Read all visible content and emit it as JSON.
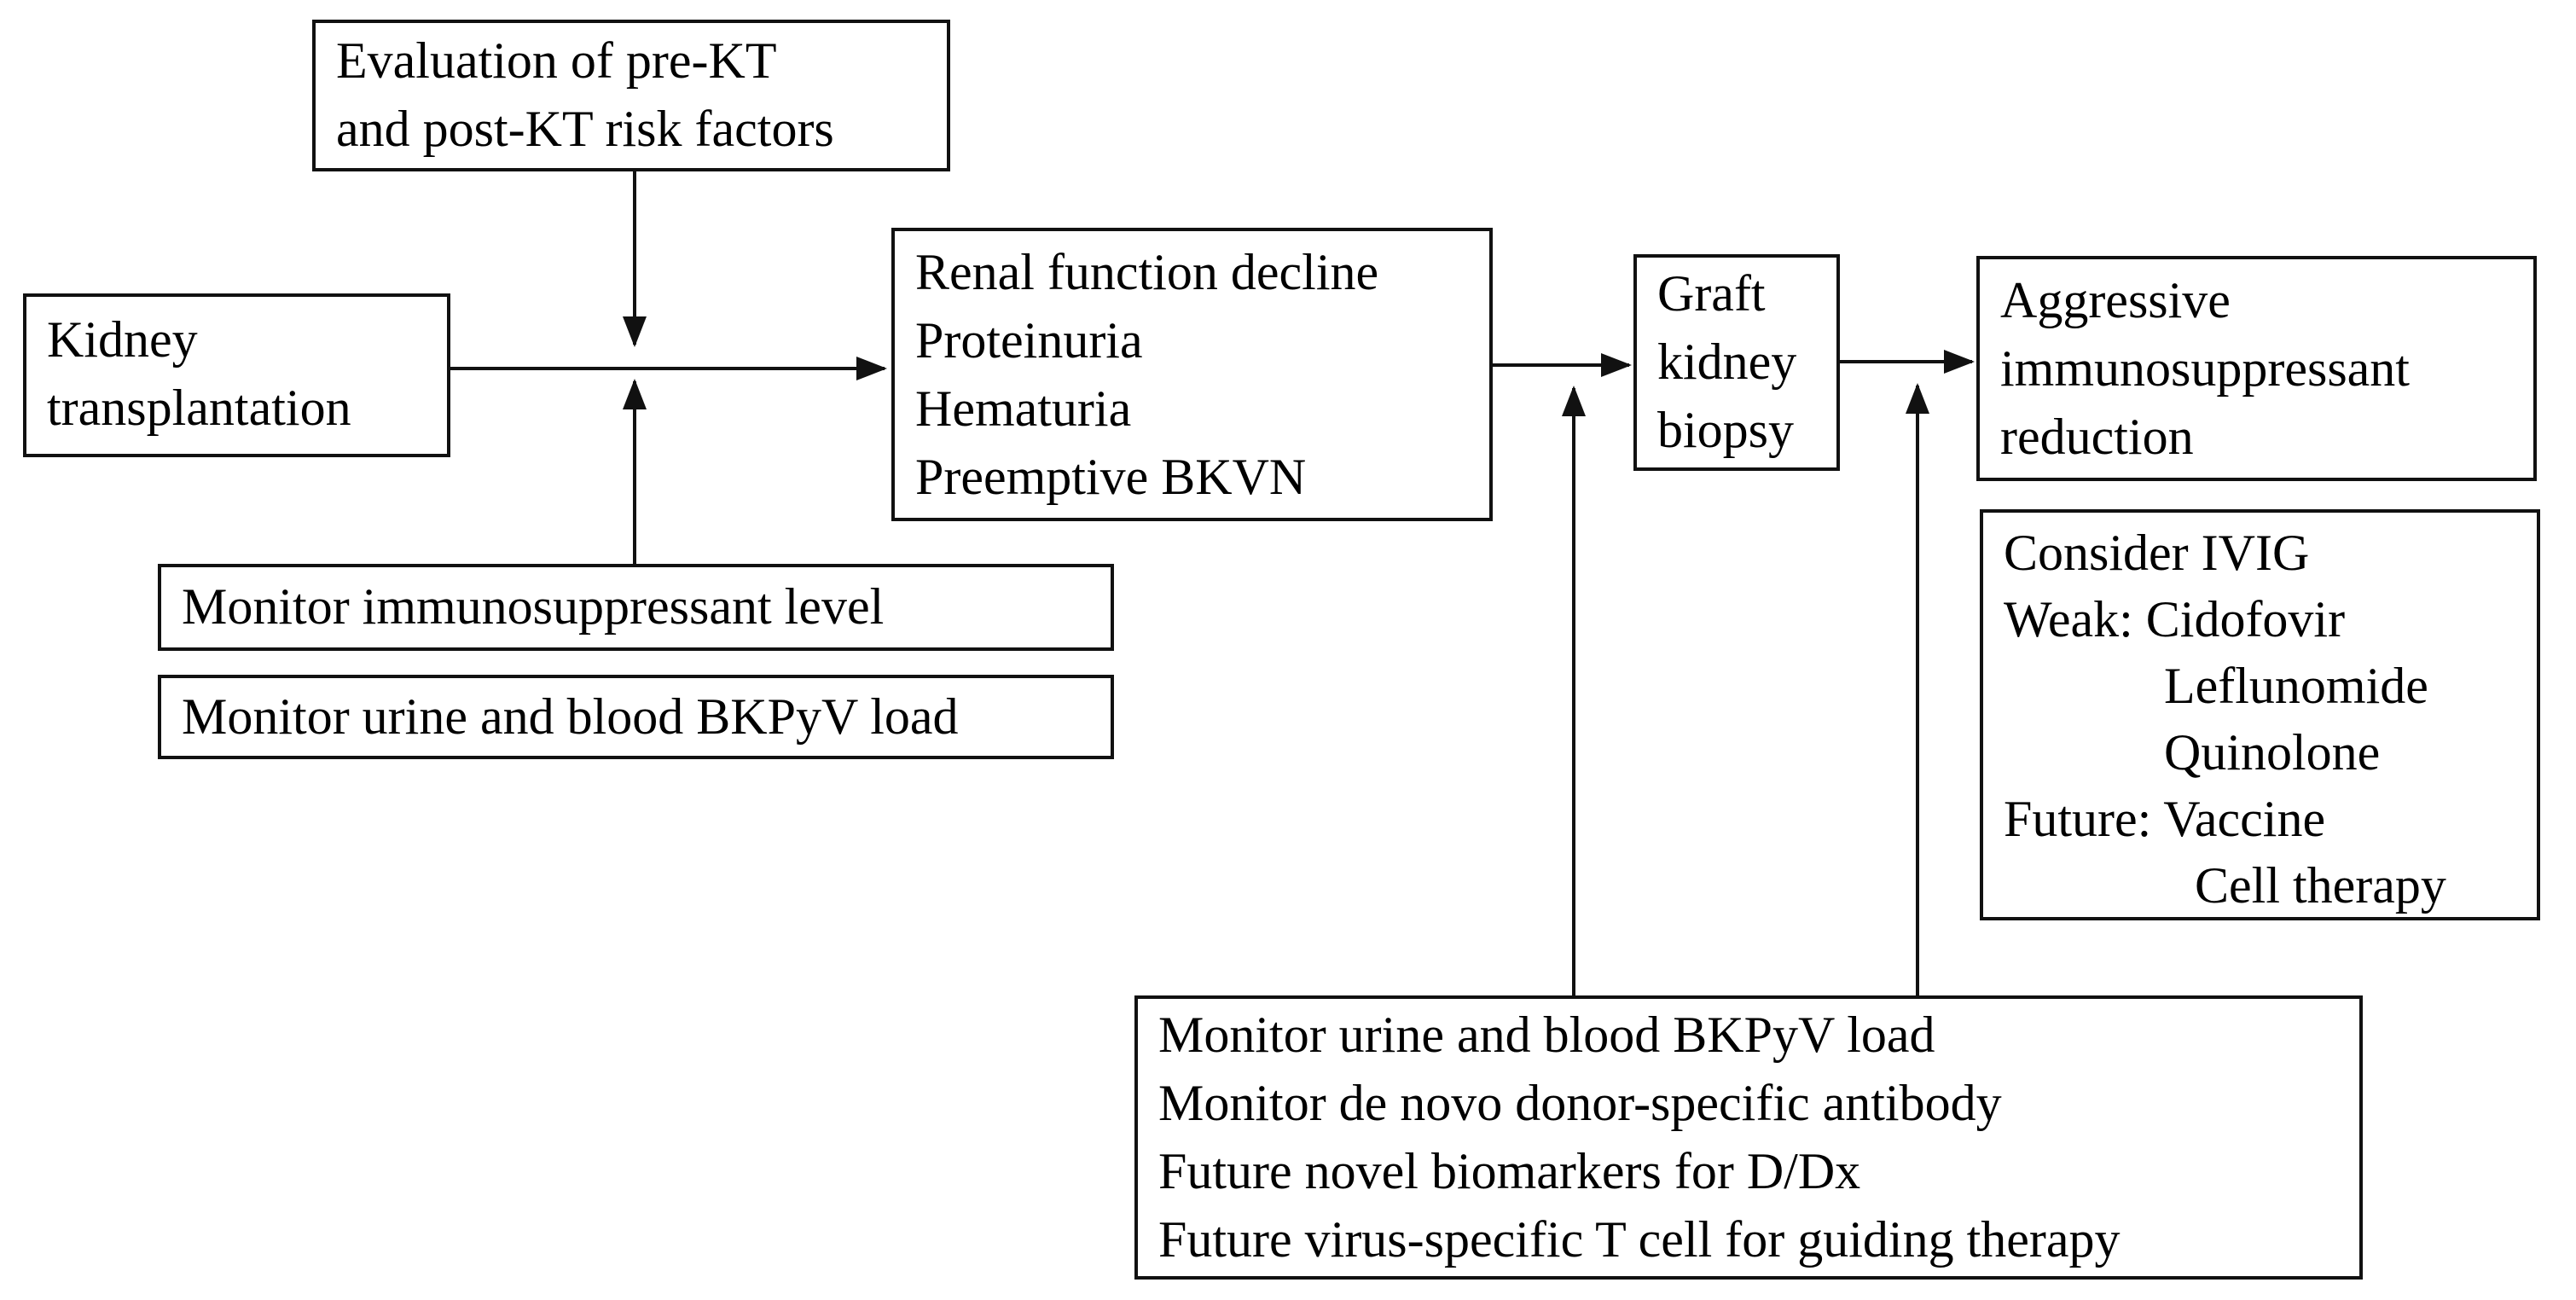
{
  "figure": {
    "background_color": "#ffffff",
    "line_color": "#111111",
    "text_color": "#000000",
    "type": "flowchart"
  },
  "boxes": {
    "evaluation": {
      "lines": [
        "Evaluation of pre-KT",
        "and post-KT risk factors"
      ]
    },
    "kidney": {
      "lines": [
        "Kidney",
        "transplantation"
      ]
    },
    "renal": {
      "lines": [
        "Renal function decline",
        "Proteinuria",
        "Hematuria",
        "Preemptive BKVN"
      ]
    },
    "graft": {
      "lines": [
        "Graft",
        "kidney",
        "biopsy"
      ]
    },
    "aggressive": {
      "lines": [
        "Aggressive",
        "immunosuppressant",
        "reduction"
      ]
    },
    "ivig": {
      "lines": [
        "Consider IVIG",
        "Weak: Cidofovir",
        "Leflunomide",
        "Quinolone",
        "Future: Vaccine",
        "Cell therapy"
      ]
    },
    "monitor_level": {
      "lines": [
        "Monitor immunosuppressant level"
      ]
    },
    "monitor_load": {
      "lines": [
        "Monitor urine and blood BKPyV load"
      ]
    },
    "followup": {
      "lines": [
        "Monitor urine and blood BKPyV load",
        "Monitor de novo donor-specific antibody",
        "Future novel biomarkers for D/Dx",
        "Future virus-specific T cell for guiding therapy"
      ]
    }
  }
}
